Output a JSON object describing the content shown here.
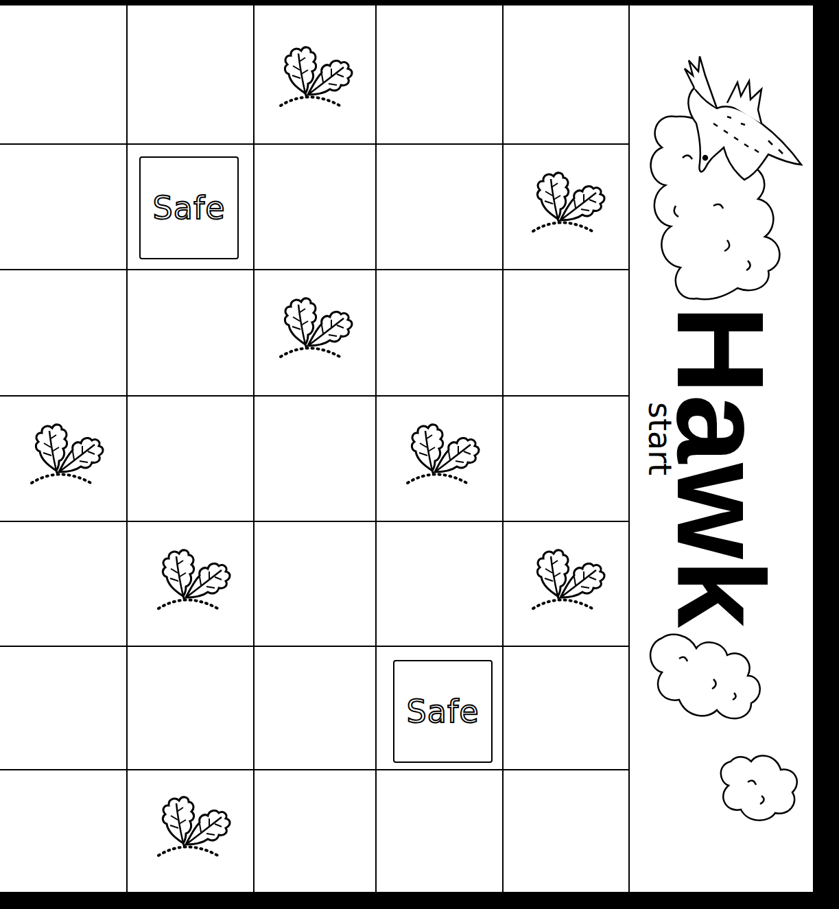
{
  "diagram": {
    "nodes": [
      {
        "text": [
          "Safe"
        ]
      },
      {
        "text": [
          "Safe"
        ]
      },
      {
        "text": [
          "Hawk",
          "start"
        ]
      }
    ]
  }
}
